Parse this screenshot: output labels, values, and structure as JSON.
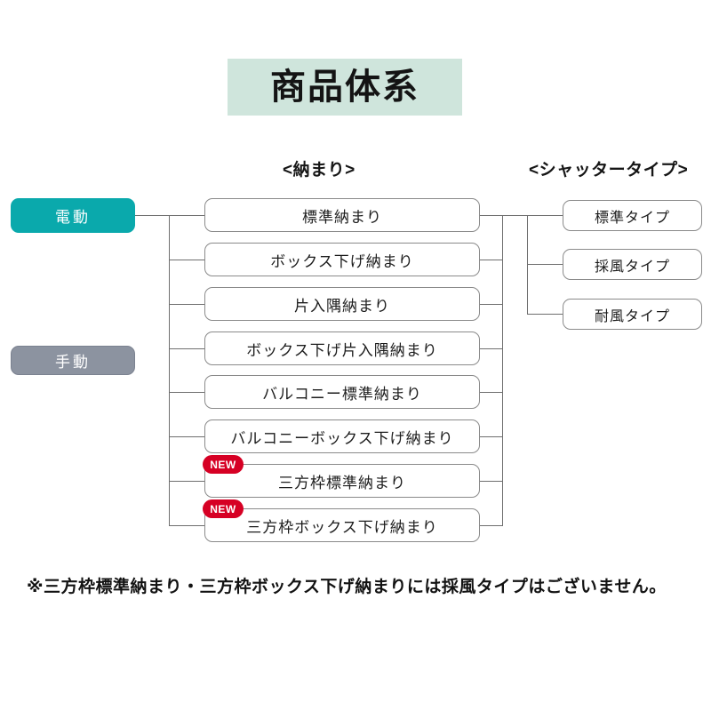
{
  "title": {
    "text": "商品体系"
  },
  "headers": {
    "osamari": "<納まり>",
    "shutter": "<シャッタータイプ>"
  },
  "modes": [
    {
      "label": "電動",
      "color": "#0aa9ac"
    },
    {
      "label": "手動",
      "color": "#8c93a0"
    }
  ],
  "osamari_items": [
    {
      "label": "標準納まり",
      "is_new": false,
      "badge": ""
    },
    {
      "label": "ボックス下げ納まり",
      "is_new": false,
      "badge": ""
    },
    {
      "label": "片入隅納まり",
      "is_new": false,
      "badge": ""
    },
    {
      "label": "ボックス下げ片入隅納まり",
      "is_new": false,
      "badge": ""
    },
    {
      "label": "バルコニー標準納まり",
      "is_new": false,
      "badge": ""
    },
    {
      "label": "バルコニーボックス下げ納まり",
      "is_new": false,
      "badge": ""
    },
    {
      "label": "三方枠標準納まり",
      "is_new": true,
      "badge": "NEW"
    },
    {
      "label": "三方枠ボックス下げ納まり",
      "is_new": true,
      "badge": "NEW"
    }
  ],
  "shutter_items": [
    {
      "label": "標準タイプ"
    },
    {
      "label": "採風タイプ"
    },
    {
      "label": "耐風タイプ"
    }
  ],
  "footnote": {
    "text": "※三方枠標準納まり・三方枠ボックス下げ納まりには採風タイプはございません。"
  },
  "colors": {
    "title_band": "#cfe5dc",
    "electric": "#0aa9ac",
    "manual": "#8c93a0",
    "new_badge": "#d60024",
    "connector": "#6e6e6e",
    "box_border": "#8a8a8a"
  }
}
